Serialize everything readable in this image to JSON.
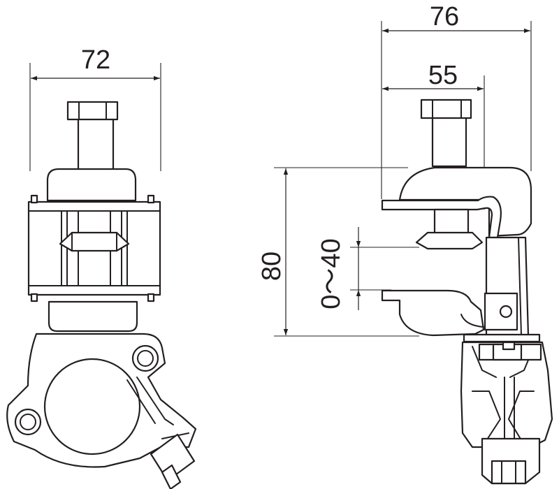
{
  "colors": {
    "line": "#231f20",
    "background": "#ffffff"
  },
  "front_view": {
    "width_label": "72"
  },
  "side_view": {
    "overall_width_label": "76",
    "bolt_offset_label": "55",
    "height_label": "80",
    "jaw_range_label": "0～40"
  }
}
